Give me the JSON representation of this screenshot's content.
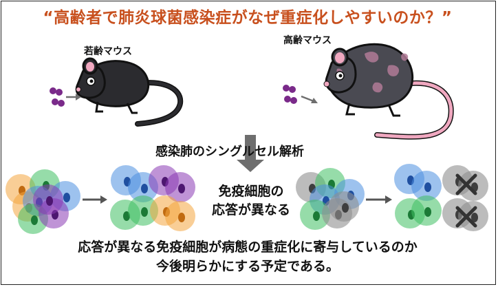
{
  "headline": "“高齢者で肺炎球菌感染症がなぜ重症化しやすいのか？”",
  "young_mouse_label": "若齢マウス",
  "old_mouse_label": "高齢マウス",
  "analysis_label": "感染肺のシングルセル解析",
  "center_text": {
    "line1": "免疫細胞の",
    "line2": "応答が異なる"
  },
  "conclusion": {
    "line1": "応答が異なる免疫細胞が病態の重症化に寄与しているのか",
    "line2": "今後明らかにする予定である。"
  },
  "colors": {
    "headline": "#c8501e",
    "bacteria": "#7a2a8a",
    "young_mouse_body": "#2b2b2f",
    "old_mouse_body": "#4a4a52",
    "old_mouse_patches": "#b07a96",
    "mouse_pink": "#f0a8c0",
    "cell_blue": "#4d8fe0",
    "cell_green": "#3fbf63",
    "cell_orange": "#f4a640",
    "cell_purple": "#8b3ab5",
    "cell_gray": "#8f8f8f",
    "arrow_gray": "#6e6e6e"
  }
}
